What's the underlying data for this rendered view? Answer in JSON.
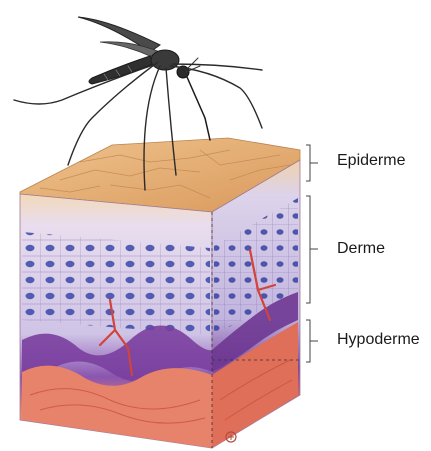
{
  "labels": {
    "epiderme": "Epiderme",
    "derme": "Derme",
    "hypoderme": "Hypoderme"
  },
  "colors": {
    "epidermis_surface": "#e8b57a",
    "epidermis_front": "#f2d6b3",
    "dermis": "#cfc4e6",
    "cells": "#2b3a9c",
    "hypodermis": "#7a3f9e",
    "fat_muscle": "#e8836b",
    "mosquito": "#2a2a2a"
  }
}
